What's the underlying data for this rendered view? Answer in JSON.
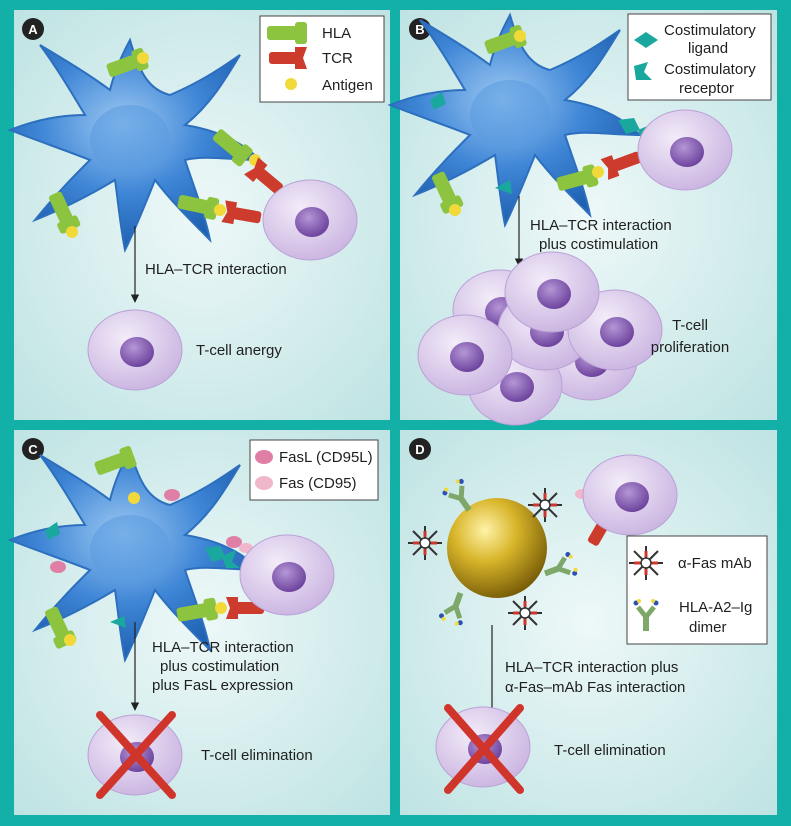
{
  "panels": {
    "a": {
      "badge": "A",
      "legend": {
        "hla": "HLA",
        "tcr": "TCR",
        "antigen": "Antigen"
      },
      "arrow_label": "HLA–TCR interaction",
      "outcome": "T-cell anergy"
    },
    "b": {
      "badge": "B",
      "legend": {
        "ligand_line1": "Costimulatory",
        "ligand_line2": "ligand",
        "receptor_line1": "Costimulatory",
        "receptor_line2": "receptor"
      },
      "arrow_label_line1": "HLA–TCR interaction",
      "arrow_label_line2": "plus costimulation",
      "outcome_line1": "T-cell",
      "outcome_line2": "proliferation"
    },
    "c": {
      "badge": "C",
      "legend": {
        "fasl": "FasL (CD95L)",
        "fas": "Fas (CD95)"
      },
      "arrow_label_line1": "HLA–TCR interaction",
      "arrow_label_line2": "plus costimulation",
      "arrow_label_line3": "plus FasL expression",
      "outcome": "T-cell elimination"
    },
    "d": {
      "badge": "D",
      "legend": {
        "mab": "α-Fas mAb",
        "dimer_line1": "HLA-A2–Ig",
        "dimer_line2": "dimer"
      },
      "arrow_label_line1": "HLA–TCR interaction plus",
      "arrow_label_line2": "α-Fas–mAb Fas interaction",
      "outcome": "T-cell elimination"
    }
  },
  "colors": {
    "frame": "#12b0a6",
    "panel_bg": "#d7eeee",
    "dendritic": "#3f86d6",
    "tcell": "#d9c7e9",
    "nucleus": "#8a62b8",
    "hla": "#8cc43f",
    "tcr": "#cc3b2c",
    "antigen": "#f2d93a",
    "costim": "#1aa89e",
    "fas": "#e07fa6",
    "bead": "#c6a21a",
    "cross": "#d0352b"
  }
}
